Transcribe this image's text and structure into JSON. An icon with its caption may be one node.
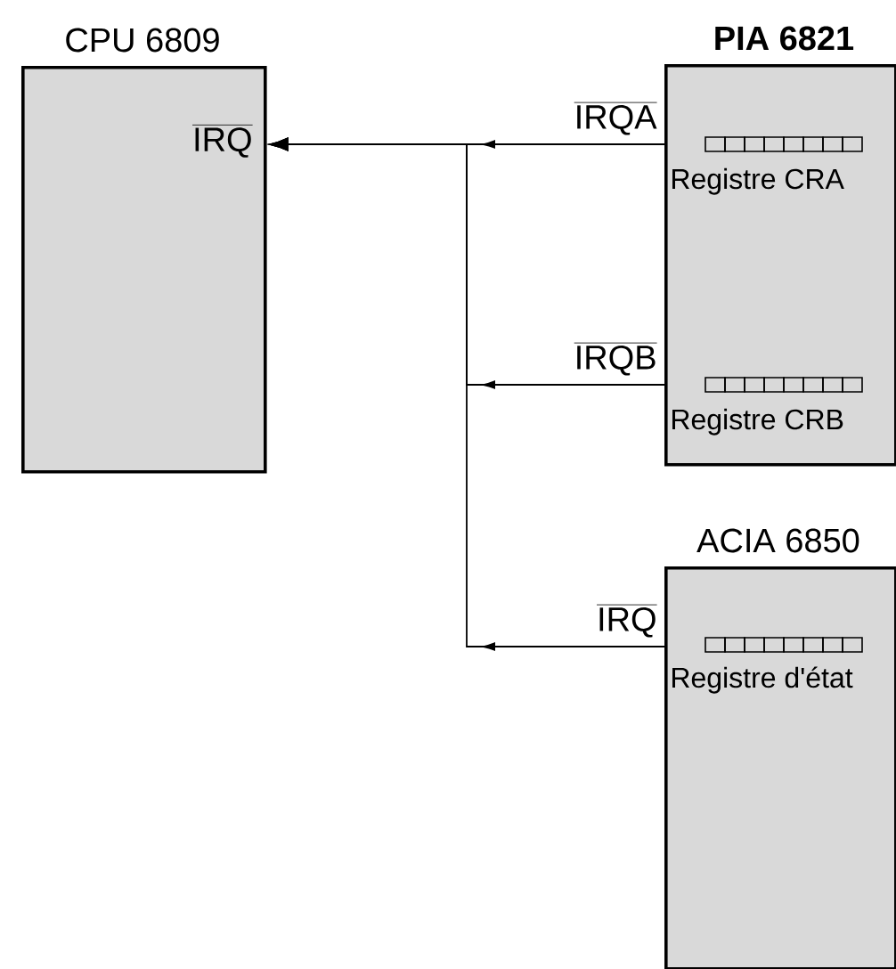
{
  "diagram": {
    "nodes": [
      {
        "text": [
          "CPU 6809",
          "IRQ"
        ]
      },
      {
        "text": [
          "PIA 6821"
        ]
      },
      {
        "text": [
          "Registre CRA"
        ],
        "in": 1
      },
      {
        "text": [
          "Registre CRB"
        ],
        "in": 1
      },
      {
        "text": [
          "ACIA 6850"
        ]
      },
      {
        "text": [
          "Registre d'état"
        ],
        "in": 4
      }
    ],
    "edges": [
      {
        "from": 1,
        "to": 0,
        "arrow": "to",
        "label": "IRQA"
      },
      {
        "from": 1,
        "to": 0,
        "arrow": "to",
        "label": "IRQB"
      },
      {
        "from": 4,
        "to": 0,
        "arrow": "to",
        "label": "IRQ"
      }
    ]
  }
}
